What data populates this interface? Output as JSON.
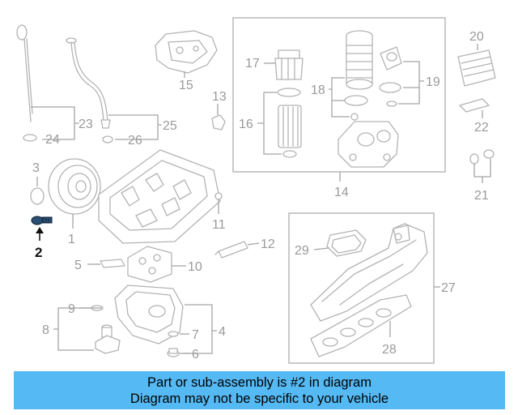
{
  "diagram": {
    "callouts": {
      "c1": "1",
      "c2": "2",
      "c3": "3",
      "c4": "4",
      "c5": "5",
      "c6": "6",
      "c7": "7",
      "c8": "8",
      "c9": "9",
      "c10": "10",
      "c11": "11",
      "c12": "12",
      "c13": "13",
      "c14": "14",
      "c15": "15",
      "c16": "16",
      "c17": "17",
      "c18": "18",
      "c19": "19",
      "c20": "20",
      "c21": "21",
      "c22": "22",
      "c23": "23",
      "c24": "24",
      "c25": "25",
      "c26": "26",
      "c27": "27",
      "c28": "28",
      "c29": "29"
    },
    "highlighted_callout": "2",
    "colors": {
      "highlight_part": "#2a4f73",
      "line_art": "#b3b3b3",
      "callout_text": "#9a9a9a"
    }
  },
  "banner": {
    "line1": "Part or sub-assembly is #2 in diagram",
    "line2": "Diagram may not be specific to your vehicle",
    "background": "#55b9f3"
  }
}
